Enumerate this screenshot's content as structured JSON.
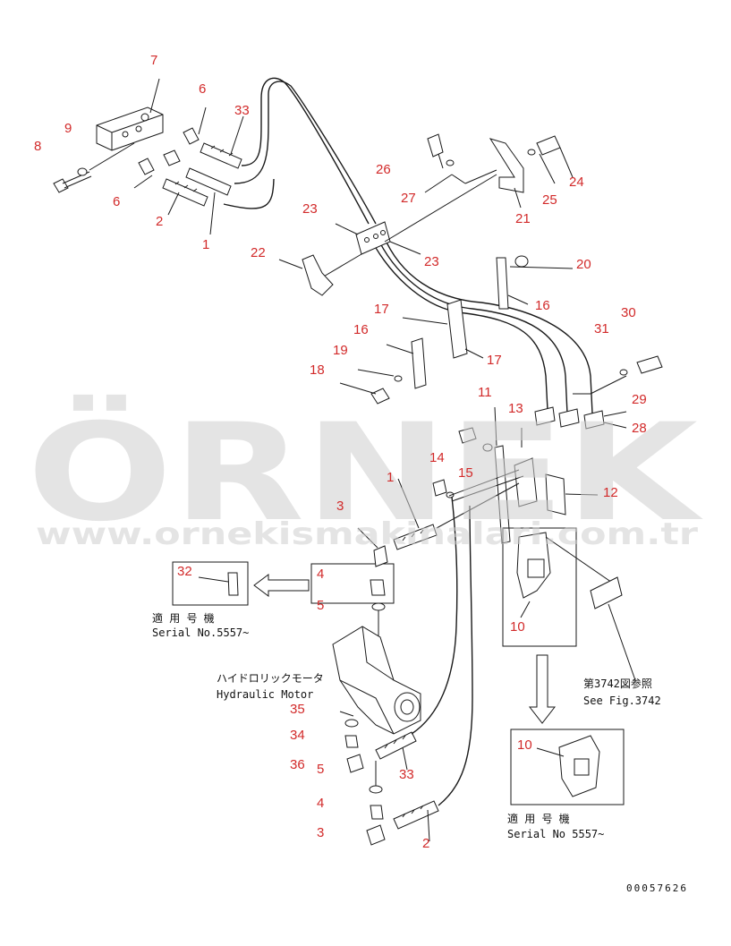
{
  "labels": {
    "p1a": "1",
    "p1b": "1",
    "p2a": "2",
    "p2b": "2",
    "p3a": "3",
    "p3b": "3",
    "p4a": "4",
    "p4b": "4",
    "p5a": "5",
    "p5b": "5",
    "p6a": "6",
    "p6b": "6",
    "p7": "7",
    "p8": "8",
    "p9": "9",
    "p10a": "10",
    "p10b": "10",
    "p11": "11",
    "p12": "12",
    "p13": "13",
    "p14": "14",
    "p15": "15",
    "p16a": "16",
    "p16b": "16",
    "p17a": "17",
    "p17b": "17",
    "p18": "18",
    "p19": "19",
    "p20": "20",
    "p21": "21",
    "p22": "22",
    "p23a": "23",
    "p23b": "23",
    "p24": "24",
    "p25": "25",
    "p26": "26",
    "p27": "27",
    "p28": "28",
    "p29": "29",
    "p30": "30",
    "p31": "31",
    "p32": "32",
    "p33a": "33",
    "p33b": "33",
    "p34": "34",
    "p35": "35",
    "p36": "36"
  },
  "notes": {
    "serial_jp_1": "適 用 号 機",
    "serial_en_1": "Serial No.5557~",
    "serial_jp_2": "適 用 号 機",
    "serial_en_2": "Serial No 5557~",
    "motor_jp": "ハイドロリックモータ",
    "motor_en": "Hydraulic Motor",
    "ref_jp": "第3742図参照",
    "ref_en": "See Fig.3742"
  },
  "drawing_number": "00057626",
  "watermark": {
    "brand": "ÖRNEK",
    "url": "www.ornekismakinalari.com.tr"
  }
}
